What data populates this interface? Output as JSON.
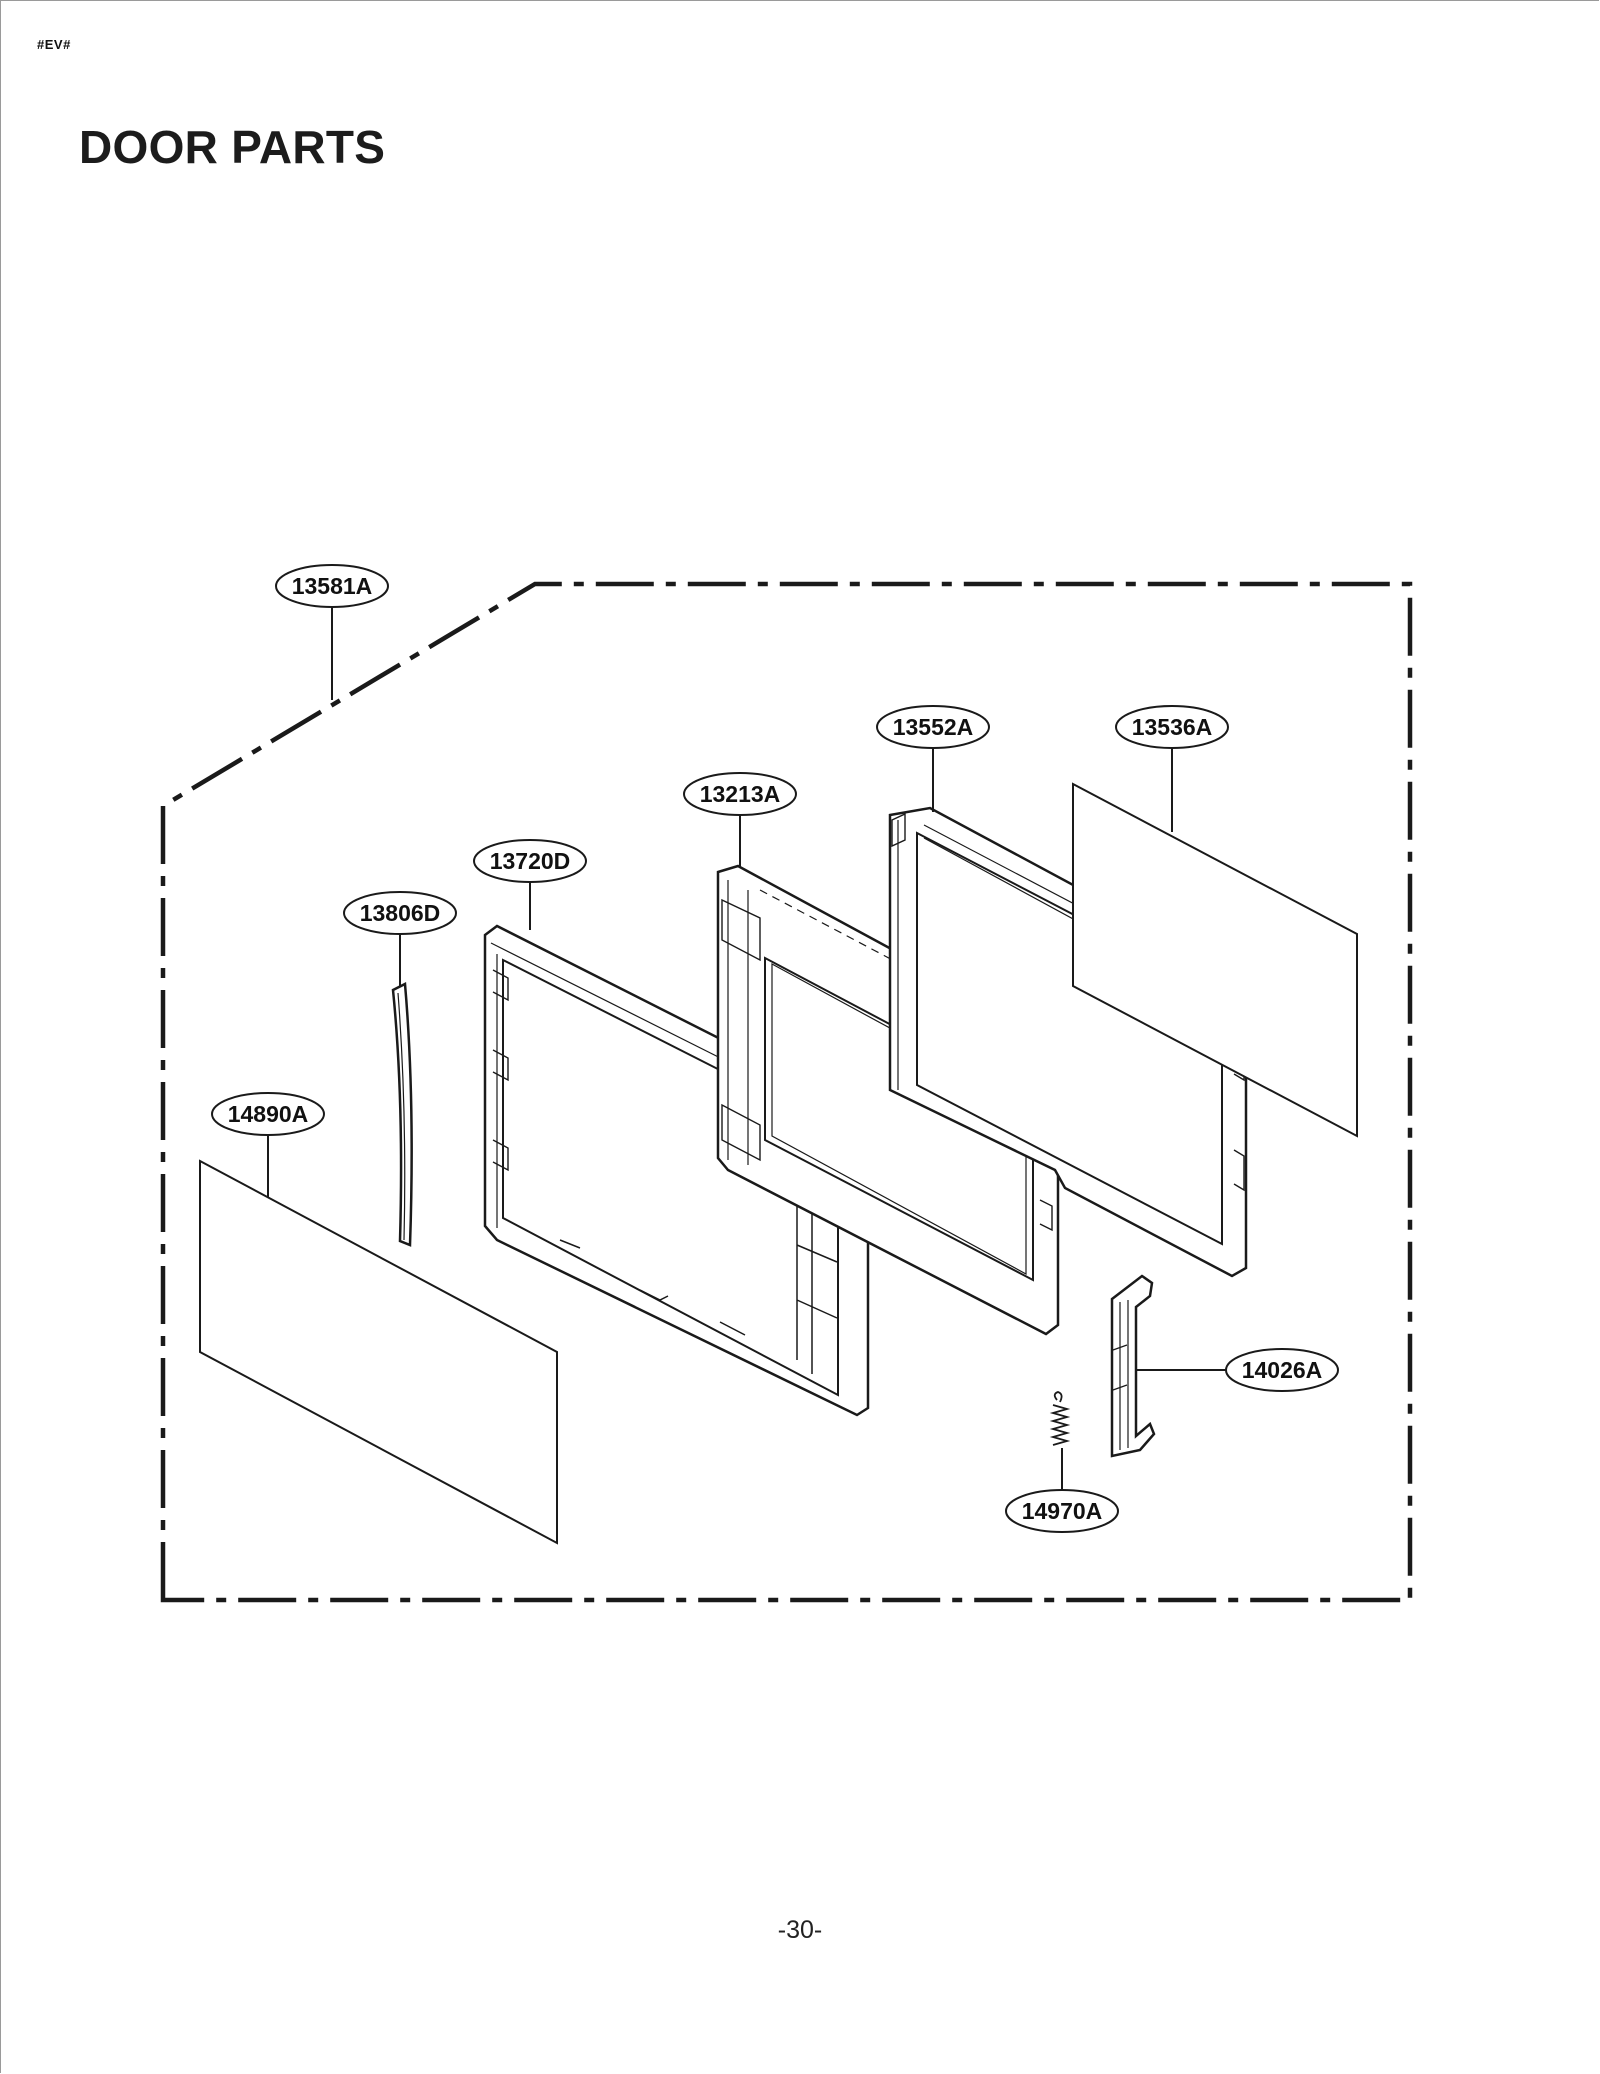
{
  "page": {
    "code": "#EV#",
    "title": "DOOR PARTS",
    "page_number": "-30-"
  },
  "diagram": {
    "parts": [
      {
        "id": "assembly",
        "label": "13581A"
      },
      {
        "id": "choke-frame",
        "label": "13552A"
      },
      {
        "id": "choke-cover",
        "label": "13536A"
      },
      {
        "id": "door-frame",
        "label": "13213A"
      },
      {
        "id": "door-front",
        "label": "13720D"
      },
      {
        "id": "handle",
        "label": "13806D"
      },
      {
        "id": "door-sheet",
        "label": "14890A"
      },
      {
        "id": "latch-key",
        "label": "14026A"
      },
      {
        "id": "latch-spring",
        "label": "14970A"
      }
    ]
  }
}
